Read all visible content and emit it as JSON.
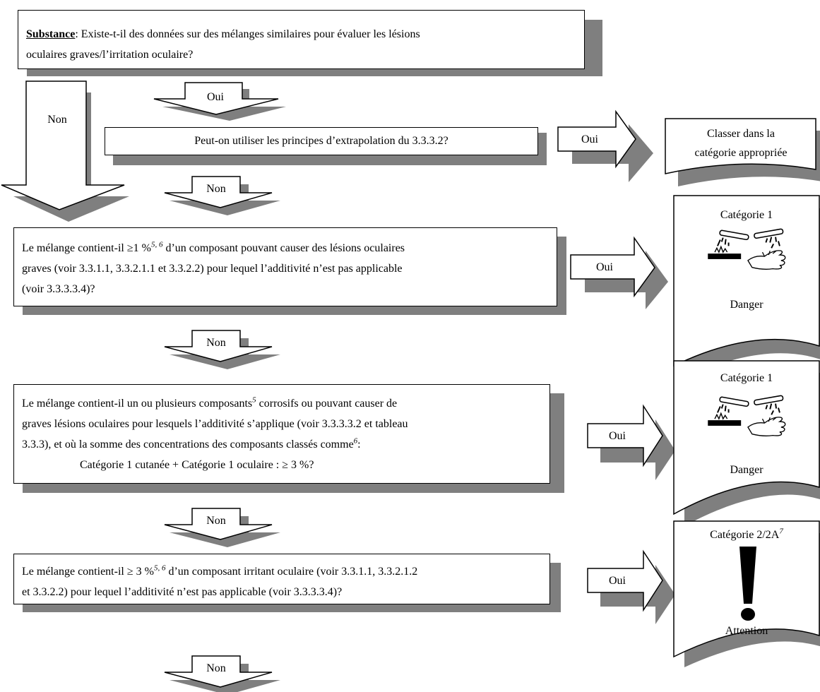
{
  "box1": {
    "bold_label": "Substance",
    "text_line1": ": Existe-t-il des données sur des mélanges similaires pour évaluer les lésions",
    "text_line2": "oculaires graves/l’irritation oculaire?"
  },
  "box2": {
    "text": "Peut-on utiliser les principes d’extrapolation du 3.3.3.2?"
  },
  "box3": {
    "line1_a": "Le mélange contient-il ≥1 %",
    "line1_sup": "5, 6",
    "line1_b": " d’un composant pouvant causer des lésions oculaires",
    "line2": "graves (voir 3.3.1.1, 3.3.2.1.1 et 3.3.2.2) pour lequel l’additivité n’est pas applicable",
    "line3": "(voir 3.3.3.3.4)?"
  },
  "box4": {
    "line1_a": "Le mélange contient-il un ou plusieurs composants",
    "line1_sup": "5",
    "line1_b": " corrosifs ou pouvant causer de",
    "line2": "graves lésions oculaires pour lesquels l’additivité s’applique (voir 3.3.3.3.2 et tableau",
    "line3_a": "3.3.3), et où la somme des concentrations des composants classés comme",
    "line3_sup": "6",
    "line3_b": ":",
    "line4": "Catégorie 1 cutanée + Catégorie 1 oculaire : ≥ 3 %?"
  },
  "box5": {
    "line1_a": "Le mélange contient-il  ≥ 3 %",
    "line1_sup": "5, 6",
    "line1_b": " d’un composant irritant oculaire (voir 3.3.1.1, 3.3.2.1.2",
    "line2": "et 3.3.2.2) pour lequel l’additivité n’est pas applicable (voir 3.3.3.3.4)?"
  },
  "arrows": {
    "oui_top": "Oui",
    "non_big": "Non",
    "non_1": "Non",
    "non_2": "Non",
    "non_3": "Non",
    "non_4": "Non",
    "oui_right_1": "Oui",
    "oui_right_2": "Oui",
    "oui_right_3": "Oui",
    "oui_right_4": "Oui"
  },
  "results": {
    "r1_line1": "Classer dans la",
    "r1_line2": "catégorie appropriée",
    "r2_title": "Catégorie 1",
    "r2_signal": "Danger",
    "r2_icon": "corrosion-pictogram",
    "r3_title": "Catégorie 1",
    "r3_signal": "Danger",
    "r3_icon": "corrosion-pictogram",
    "r4_title": "Catégorie 2/2A",
    "r4_title_sup": "7",
    "r4_signal": "Attention",
    "r4_icon": "exclamation-mark-pictogram"
  },
  "colors": {
    "shadow": "#7f7f7f",
    "border": "#000000",
    "fill": "#ffffff"
  }
}
